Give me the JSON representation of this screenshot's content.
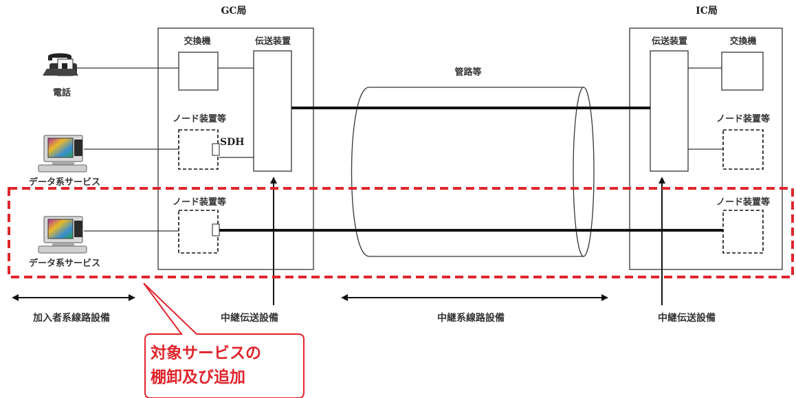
{
  "stations": {
    "gc": {
      "title": "GC局",
      "exchange": "交換機",
      "transmission": "伝送装置",
      "node_upper": "ノード装置等",
      "node_lower": "ノード装置等",
      "sdh": "SDH"
    },
    "ic": {
      "title": "IC局",
      "exchange": "交換機",
      "transmission": "伝送装置",
      "node_upper": "ノード装置等",
      "node_lower": "ノード装置等"
    }
  },
  "devices": {
    "phone": "電話",
    "data_service_1": "データ系サービス",
    "data_service_2": "データ系サービス"
  },
  "conduit": {
    "label": "管路等"
  },
  "facilities": {
    "subscriber_line": "加入者系線路設備",
    "relay_transmission_left": "中継伝送設備",
    "relay_line": "中継系線路設備",
    "relay_transmission_right": "中継伝送設備"
  },
  "callout": {
    "line1": "対象サービスの",
    "line2": "棚卸及び追加"
  },
  "colors": {
    "highlight": "#e0242b",
    "line": "#111111",
    "box": "#333333"
  }
}
